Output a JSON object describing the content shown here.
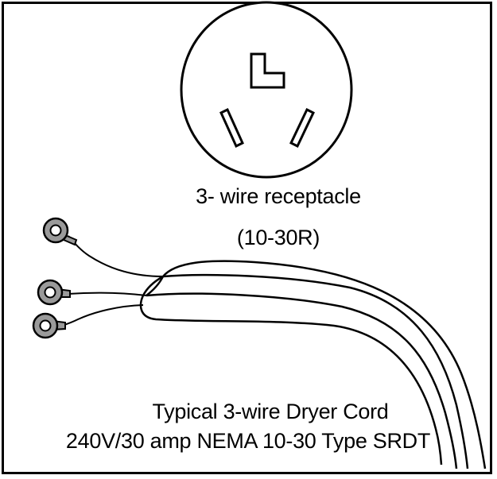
{
  "receptacle": {
    "line1": "3- wire receptacle",
    "line2": "(10-30R)"
  },
  "cord": {
    "line1": "Typical 3-wire Dryer Cord",
    "line2": "240V/30 amp NEMA 10-30 Type SRDT"
  },
  "colors": {
    "line": "#000000",
    "ring_fill": "#9a9a9a",
    "background": "#ffffff"
  }
}
